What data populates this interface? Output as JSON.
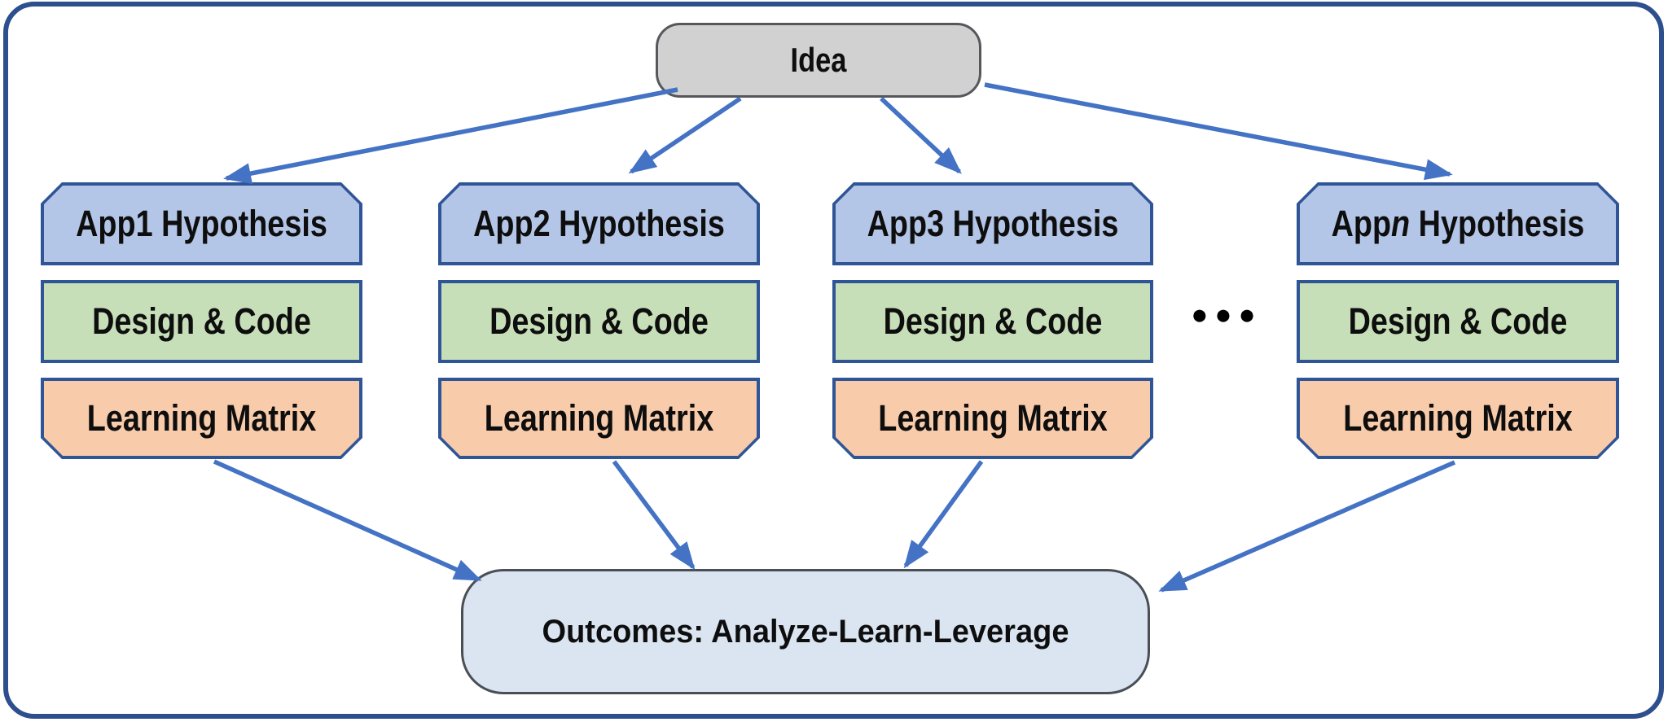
{
  "colors": {
    "frame": "#2e4f8e",
    "arrow": "#4472c4",
    "box_border": "#2f5597",
    "hypothesis_fill": "#b4c6e7",
    "design_fill": "#c7dfb8",
    "learning_fill": "#f8cbab",
    "idea_fill": "#d1d1d1",
    "idea_border": "#55575b",
    "outcomes_fill": "#dbe5f2",
    "outcomes_border": "#4a4f55"
  },
  "diagram": {
    "idea_label": "Idea",
    "columns": [
      {
        "hypothesis_prefix": "App",
        "hypothesis_var": "1",
        "hypothesis_suffix": " Hypothesis",
        "design_label": "Design & Code",
        "learning_label": "Learning Matrix"
      },
      {
        "hypothesis_prefix": "App",
        "hypothesis_var": "2",
        "hypothesis_suffix": " Hypothesis",
        "design_label": "Design & Code",
        "learning_label": "Learning Matrix"
      },
      {
        "hypothesis_prefix": "App",
        "hypothesis_var": "3",
        "hypothesis_suffix": " Hypothesis",
        "design_label": "Design & Code",
        "learning_label": "Learning Matrix"
      },
      {
        "hypothesis_prefix": "App",
        "hypothesis_var": "n",
        "hypothesis_suffix": " Hypothesis",
        "design_label": "Design & Code",
        "learning_label": "Learning Matrix"
      }
    ],
    "ellipsis": "●●●",
    "outcomes_label": "Outcomes: Analyze-Learn-Leverage"
  }
}
